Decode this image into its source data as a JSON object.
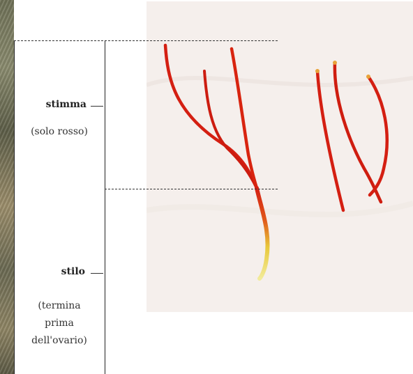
{
  "labels": {
    "stigma_title": "stimma",
    "stigma_desc": "(solo rosso)",
    "style_title": "stilo",
    "style_desc_line1": "(termina",
    "style_desc_line2": "prima",
    "style_desc_line3": "dell'ovario)"
  },
  "colors": {
    "stigma_red": "#d41f12",
    "style_yellow": "#e8df5a",
    "paper": "#f5efec"
  }
}
